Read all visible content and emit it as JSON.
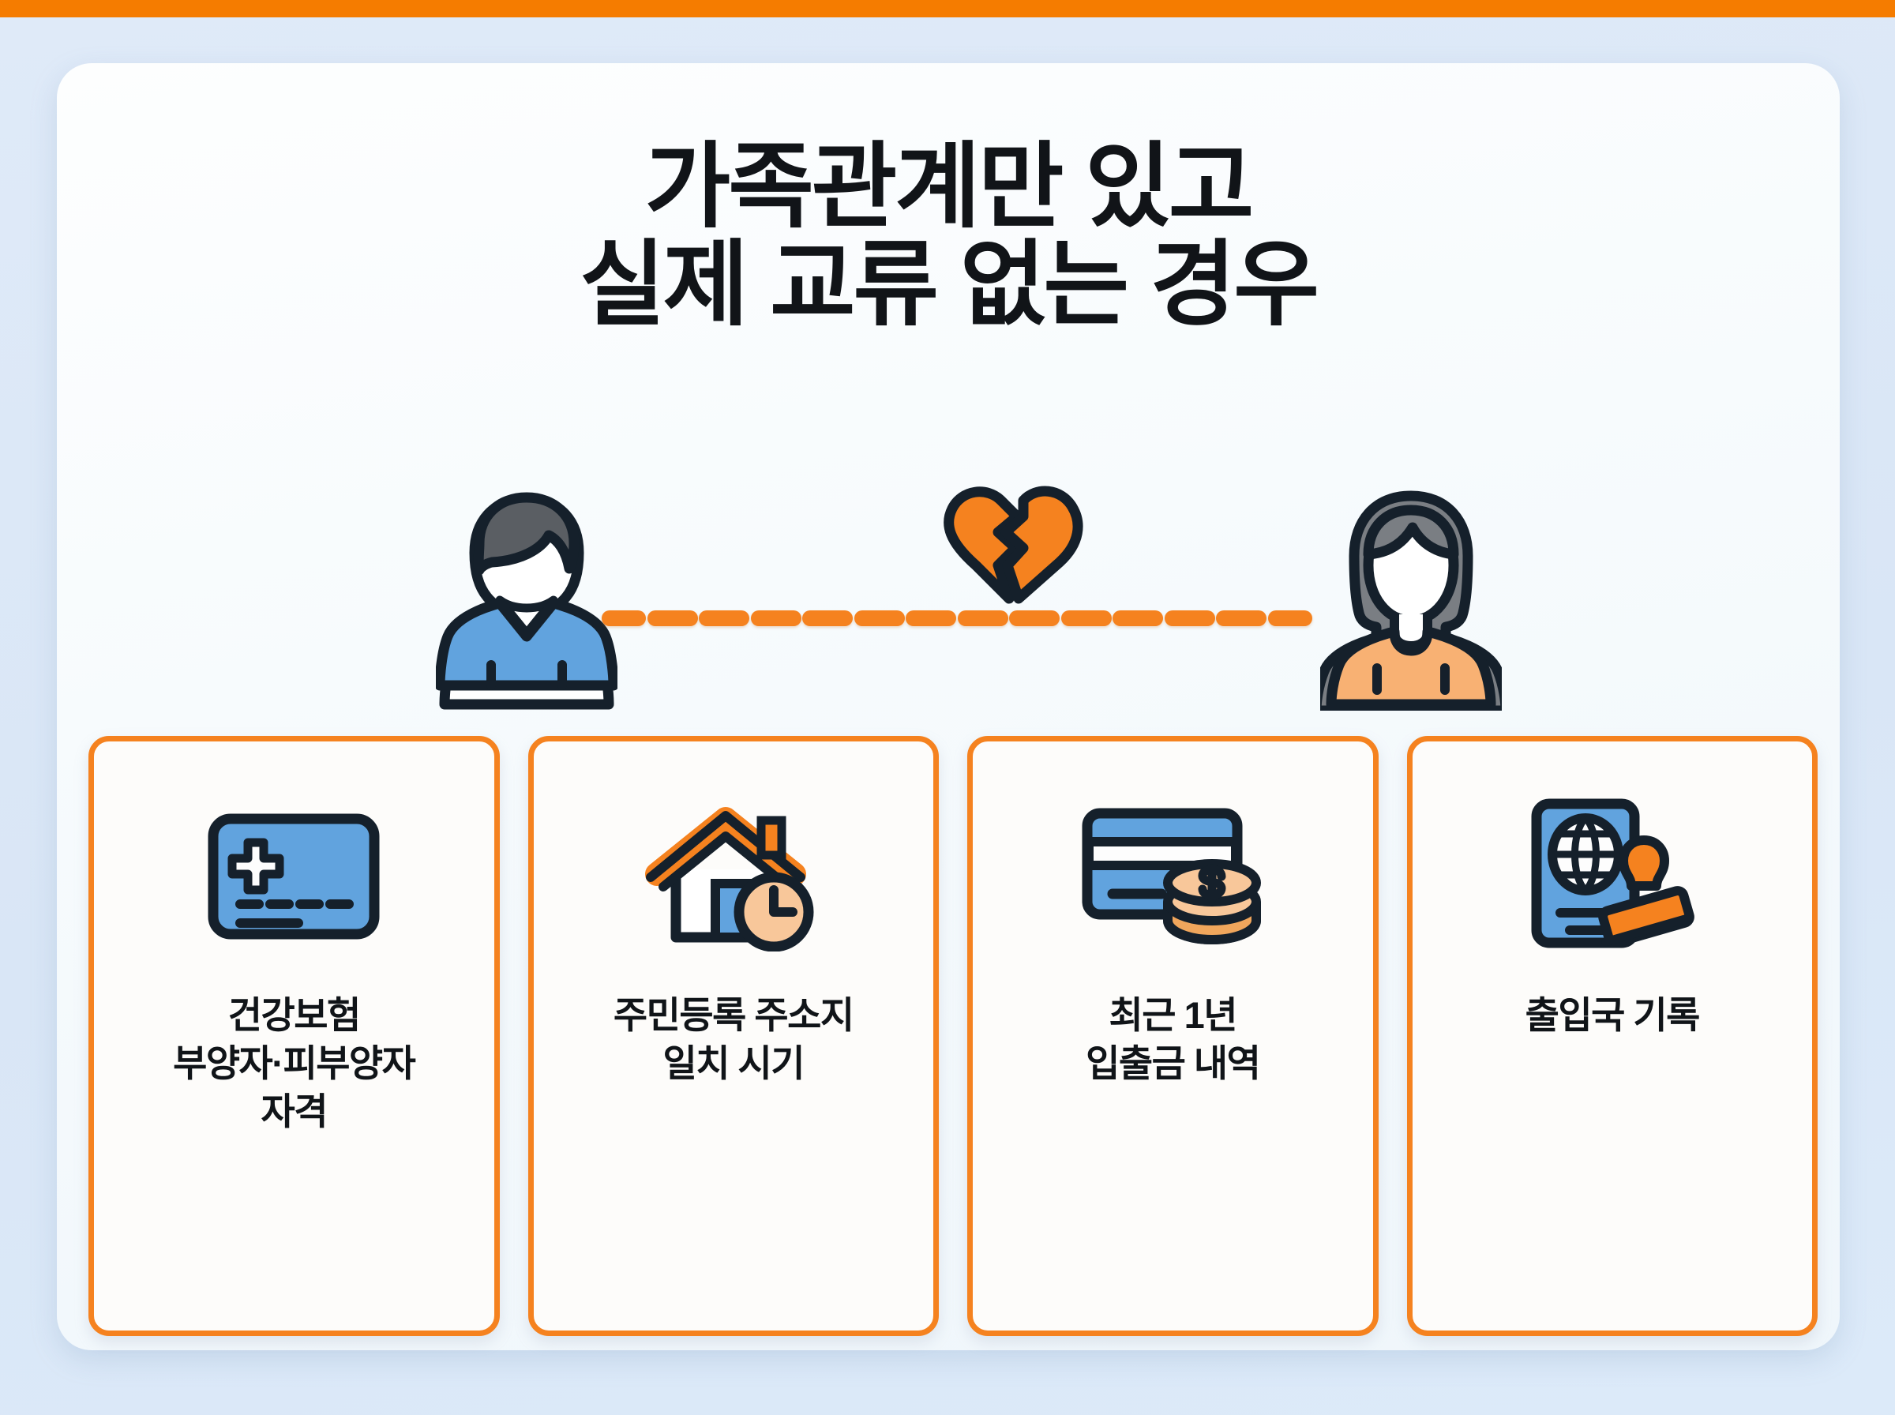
{
  "theme": {
    "accent_orange": "#f5821f",
    "top_bar_orange": "#f57c00",
    "background_blue": "#dce8f8",
    "panel_white": "#fdfefe",
    "icon_blue": "#5b9bd9",
    "icon_peach": "#f7c08f",
    "icon_outline": "#15202b",
    "text_black": "#101418"
  },
  "headline": {
    "line1": "가족관계만 있고",
    "line2": "실제 교류 없는 경우",
    "full": "가족관계만 있고\n실제 교류 없는 경우"
  },
  "relation": {
    "left_person": "male-person-avatar",
    "right_person": "female-person-avatar",
    "separator_icon": "broken-heart-icon",
    "connector": "dashed-line",
    "dash_count": 14
  },
  "cards": [
    {
      "icon": "health-insurance-card-icon",
      "label": "건강보험\n부양자·피부양자\n자격"
    },
    {
      "icon": "house-clock-icon",
      "label": "주민등록 주소지\n일치 시기"
    },
    {
      "icon": "credit-card-coins-icon",
      "label": "최근 1년\n입출금 내역"
    },
    {
      "icon": "passport-stamp-icon",
      "label": "출입국 기록"
    }
  ]
}
